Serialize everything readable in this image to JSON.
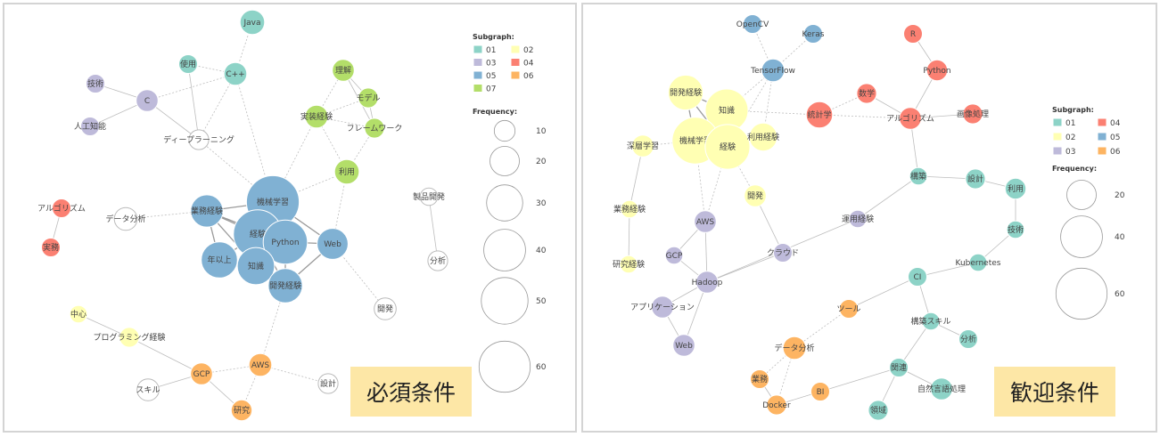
{
  "colors": {
    "01": "#8dd3c7",
    "02": "#ffffb3",
    "03": "#bebada",
    "04": "#fb8072",
    "05": "#80b1d3",
    "06": "#fdb462",
    "07": "#b3de69",
    "none": "#ffffff"
  },
  "left": {
    "badge": "必須条件",
    "legend": {
      "subgraph_title": "Subgraph:",
      "groups": [
        "01",
        "02",
        "03",
        "04",
        "05",
        "06",
        "07"
      ],
      "frequency_title": "Frequency:",
      "sizes": [
        10,
        20,
        30,
        40,
        50,
        60
      ]
    },
    "nodes": [
      {
        "id": "java",
        "label": "Java",
        "g": "01",
        "f": 14
      },
      {
        "id": "use",
        "label": "使用",
        "g": "01",
        "f": 8
      },
      {
        "id": "cpp",
        "label": "C++",
        "g": "01",
        "f": 12
      },
      {
        "id": "tech",
        "label": "技術",
        "g": "03",
        "f": 8
      },
      {
        "id": "c",
        "label": "C",
        "g": "03",
        "f": 11
      },
      {
        "id": "ai",
        "label": "人工知能",
        "g": "03",
        "f": 8
      },
      {
        "id": "dl",
        "label": "ディープラーニング",
        "g": "none",
        "f": 9
      },
      {
        "id": "under",
        "label": "理解",
        "g": "07",
        "f": 11
      },
      {
        "id": "model",
        "label": "モデル",
        "g": "07",
        "f": 9
      },
      {
        "id": "impl",
        "label": "実装経験",
        "g": "07",
        "f": 12
      },
      {
        "id": "fw",
        "label": "フレームワーク",
        "g": "07",
        "f": 9
      },
      {
        "id": "useage",
        "label": "利用",
        "g": "07",
        "f": 14
      },
      {
        "id": "algo",
        "label": "アルゴリズム",
        "g": "04",
        "f": 8
      },
      {
        "id": "reallife",
        "label": "実務",
        "g": "04",
        "f": 8
      },
      {
        "id": "dataanal",
        "label": "データ分析",
        "g": "none",
        "f": 12
      },
      {
        "id": "workexp",
        "label": "業務経験",
        "g": "05",
        "f": 24
      },
      {
        "id": "ml",
        "label": "機械学習",
        "g": "05",
        "f": 64
      },
      {
        "id": "exp",
        "label": "経験",
        "g": "05",
        "f": 54
      },
      {
        "id": "python",
        "label": "Python",
        "g": "05",
        "f": 45
      },
      {
        "id": "web",
        "label": "Web",
        "g": "05",
        "f": 22
      },
      {
        "id": "year",
        "label": "年以上",
        "g": "05",
        "f": 30
      },
      {
        "id": "know",
        "label": "知識",
        "g": "05",
        "f": 32
      },
      {
        "id": "devexp",
        "label": "開発経験",
        "g": "05",
        "f": 27
      },
      {
        "id": "product",
        "label": "製品開発",
        "g": "none",
        "f": 7
      },
      {
        "id": "analysis",
        "label": "分析",
        "g": "none",
        "f": 9
      },
      {
        "id": "dev",
        "label": "開発",
        "g": "none",
        "f": 11
      },
      {
        "id": "center",
        "label": "中心",
        "g": "02",
        "f": 7
      },
      {
        "id": "progexp",
        "label": "プログラミング経験",
        "g": "02",
        "f": 9
      },
      {
        "id": "aws",
        "label": "AWS",
        "g": "06",
        "f": 12
      },
      {
        "id": "gcp",
        "label": "GCP",
        "g": "06",
        "f": 11
      },
      {
        "id": "skill",
        "label": "スキル",
        "g": "none",
        "f": 11
      },
      {
        "id": "design",
        "label": "設計",
        "g": "none",
        "f": 9
      },
      {
        "id": "research",
        "label": "研究",
        "g": "06",
        "f": 10
      }
    ],
    "edges": [
      [
        "java",
        "cpp"
      ],
      [
        "use",
        "cpp"
      ],
      [
        "use",
        "dl"
      ],
      [
        "cpp",
        "c"
      ],
      [
        "tech",
        "c"
      ],
      [
        "c",
        "ai"
      ],
      [
        "c",
        "dl"
      ],
      [
        "cpp",
        "dl"
      ],
      [
        "cpp",
        "ml"
      ],
      [
        "dl",
        "ml"
      ],
      [
        "under",
        "impl"
      ],
      [
        "under",
        "model"
      ],
      [
        "under",
        "fw"
      ],
      [
        "model",
        "impl"
      ],
      [
        "model",
        "fw"
      ],
      [
        "impl",
        "fw"
      ],
      [
        "impl",
        "useage"
      ],
      [
        "fw",
        "useage"
      ],
      [
        "impl",
        "ml"
      ],
      [
        "useage",
        "ml"
      ],
      [
        "useage",
        "web"
      ],
      [
        "algo",
        "reallife"
      ],
      [
        "dataanal",
        "workexp"
      ],
      [
        "workexp",
        "ml"
      ],
      [
        "workexp",
        "exp"
      ],
      [
        "workexp",
        "python"
      ],
      [
        "workexp",
        "year"
      ],
      [
        "workexp",
        "know"
      ],
      [
        "ml",
        "exp"
      ],
      [
        "ml",
        "python"
      ],
      [
        "ml",
        "web"
      ],
      [
        "exp",
        "python"
      ],
      [
        "exp",
        "year"
      ],
      [
        "exp",
        "know"
      ],
      [
        "exp",
        "devexp"
      ],
      [
        "python",
        "web"
      ],
      [
        "python",
        "know"
      ],
      [
        "python",
        "devexp"
      ],
      [
        "year",
        "know"
      ],
      [
        "know",
        "devexp"
      ],
      [
        "web",
        "devexp"
      ],
      [
        "web",
        "dev"
      ],
      [
        "product",
        "analysis"
      ],
      [
        "center",
        "progexp"
      ],
      [
        "progexp",
        "gcp"
      ],
      [
        "gcp",
        "aws"
      ],
      [
        "gcp",
        "skill"
      ],
      [
        "gcp",
        "research"
      ],
      [
        "aws",
        "research"
      ],
      [
        "aws",
        "design"
      ],
      [
        "aws",
        "devexp"
      ]
    ]
  },
  "right": {
    "badge": "歓迎条件",
    "legend": {
      "subgraph_title": "Subgraph:",
      "groups": [
        "01",
        "04",
        "02",
        "05",
        "03",
        "06"
      ],
      "frequency_title": "Frequency:",
      "sizes": [
        20,
        40,
        60
      ]
    },
    "nodes": [
      {
        "id": "opencv",
        "label": "OpenCV",
        "g": "05",
        "f": 8
      },
      {
        "id": "keras",
        "label": "Keras",
        "g": "05",
        "f": 8
      },
      {
        "id": "tf",
        "label": "TensorFlow",
        "g": "05",
        "f": 12
      },
      {
        "id": "r",
        "label": "R",
        "g": "04",
        "f": 8
      },
      {
        "id": "python",
        "label": "Python",
        "g": "04",
        "f": 10
      },
      {
        "id": "devexp",
        "label": "開発経験",
        "g": "02",
        "f": 28
      },
      {
        "id": "know",
        "label": "知識",
        "g": "02",
        "f": 42
      },
      {
        "id": "stat",
        "label": "統計学",
        "g": "04",
        "f": 16
      },
      {
        "id": "math",
        "label": "数学",
        "g": "04",
        "f": 9
      },
      {
        "id": "algo",
        "label": "アルゴリズム",
        "g": "04",
        "f": 11
      },
      {
        "id": "img",
        "label": "画像処理",
        "g": "04",
        "f": 9
      },
      {
        "id": "dl",
        "label": "深層学習",
        "g": "02",
        "f": 11
      },
      {
        "id": "ml",
        "label": "機械学習",
        "g": "02",
        "f": 50
      },
      {
        "id": "exp",
        "label": "経験",
        "g": "02",
        "f": 46
      },
      {
        "id": "useexp",
        "label": "利用経験",
        "g": "02",
        "f": 18
      },
      {
        "id": "build",
        "label": "構築",
        "g": "01",
        "f": 7
      },
      {
        "id": "design",
        "label": "設計",
        "g": "01",
        "f": 9
      },
      {
        "id": "use",
        "label": "利用",
        "g": "01",
        "f": 10
      },
      {
        "id": "dev",
        "label": "開発",
        "g": "02",
        "f": 11
      },
      {
        "id": "workexp",
        "label": "業務経験",
        "g": "02",
        "f": 7
      },
      {
        "id": "aws",
        "label": "AWS",
        "g": "03",
        "f": 11
      },
      {
        "id": "opexp",
        "label": "運用経験",
        "g": "03",
        "f": 7
      },
      {
        "id": "tech",
        "label": "技術",
        "g": "01",
        "f": 7
      },
      {
        "id": "gcp",
        "label": "GCP",
        "g": "03",
        "f": 7
      },
      {
        "id": "cloud",
        "label": "クラウド",
        "g": "03",
        "f": 8
      },
      {
        "id": "k8s",
        "label": "Kubernetes",
        "g": "01",
        "f": 7
      },
      {
        "id": "research",
        "label": "研究経験",
        "g": "02",
        "f": 7
      },
      {
        "id": "hadoop",
        "label": "Hadoop",
        "g": "03",
        "f": 11
      },
      {
        "id": "ci",
        "label": "CI",
        "g": "01",
        "f": 8
      },
      {
        "id": "tool",
        "label": "ツール",
        "g": "06",
        "f": 8
      },
      {
        "id": "app",
        "label": "アプリケーション",
        "g": "03",
        "f": 11
      },
      {
        "id": "skill",
        "label": "構築スキル",
        "g": "01",
        "f": 7
      },
      {
        "id": "analysis",
        "label": "分析",
        "g": "01",
        "f": 8
      },
      {
        "id": "web",
        "label": "Web",
        "g": "03",
        "f": 11
      },
      {
        "id": "da",
        "label": "データ分析",
        "g": "06",
        "f": 12
      },
      {
        "id": "related",
        "label": "関連",
        "g": "01",
        "f": 8
      },
      {
        "id": "biz",
        "label": "業務",
        "g": "06",
        "f": 8
      },
      {
        "id": "bi",
        "label": "BI",
        "g": "06",
        "f": 8
      },
      {
        "id": "nlp",
        "label": "自然言語処理",
        "g": "01",
        "f": 11
      },
      {
        "id": "docker",
        "label": "Docker",
        "g": "06",
        "f": 9
      },
      {
        "id": "domain",
        "label": "領域",
        "g": "01",
        "f": 9
      }
    ],
    "edges": [
      [
        "opencv",
        "tf"
      ],
      [
        "keras",
        "tf"
      ],
      [
        "tf",
        "know"
      ],
      [
        "tf",
        "exp"
      ],
      [
        "tf",
        "useexp"
      ],
      [
        "r",
        "python"
      ],
      [
        "python",
        "algo"
      ],
      [
        "stat",
        "math"
      ],
      [
        "math",
        "algo"
      ],
      [
        "stat",
        "algo"
      ],
      [
        "algo",
        "img"
      ],
      [
        "algo",
        "build"
      ],
      [
        "stat",
        "know"
      ],
      [
        "devexp",
        "know"
      ],
      [
        "devexp",
        "ml"
      ],
      [
        "devexp",
        "exp"
      ],
      [
        "know",
        "ml"
      ],
      [
        "know",
        "exp"
      ],
      [
        "ml",
        "exp"
      ],
      [
        "ml",
        "useexp"
      ],
      [
        "exp",
        "useexp"
      ],
      [
        "dl",
        "ml"
      ],
      [
        "dl",
        "workexp"
      ],
      [
        "workexp",
        "research"
      ],
      [
        "exp",
        "dev"
      ],
      [
        "ml",
        "aws"
      ],
      [
        "exp",
        "aws"
      ],
      [
        "dev",
        "cloud"
      ],
      [
        "build",
        "design"
      ],
      [
        "design",
        "use"
      ],
      [
        "use",
        "tech"
      ],
      [
        "tech",
        "k8s"
      ],
      [
        "build",
        "opexp"
      ],
      [
        "aws",
        "gcp"
      ],
      [
        "aws",
        "hadoop"
      ],
      [
        "gcp",
        "hadoop"
      ],
      [
        "cloud",
        "hadoop"
      ],
      [
        "opexp",
        "hadoop"
      ],
      [
        "hadoop",
        "app"
      ],
      [
        "app",
        "web"
      ],
      [
        "hadoop",
        "web"
      ],
      [
        "k8s",
        "ci"
      ],
      [
        "ci",
        "tool"
      ],
      [
        "ci",
        "skill"
      ],
      [
        "skill",
        "analysis"
      ],
      [
        "skill",
        "related"
      ],
      [
        "tool",
        "da"
      ],
      [
        "da",
        "biz"
      ],
      [
        "da",
        "docker"
      ],
      [
        "biz",
        "docker"
      ],
      [
        "docker",
        "bi"
      ],
      [
        "bi",
        "related"
      ],
      [
        "related",
        "nlp"
      ],
      [
        "related",
        "domain"
      ]
    ]
  }
}
